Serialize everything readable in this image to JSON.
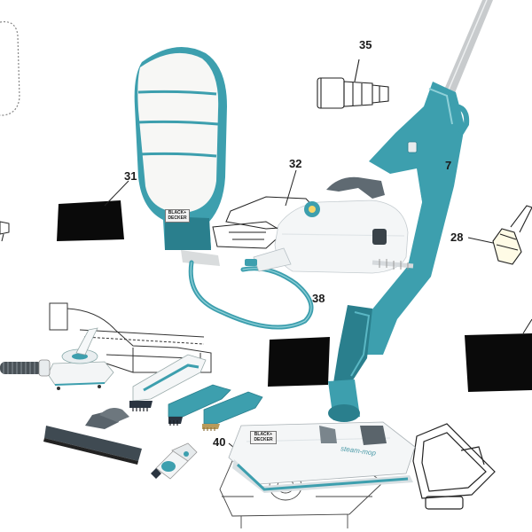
{
  "callouts": {
    "c35": "35",
    "c32": "32",
    "c31": "31",
    "c28": "28",
    "c38": "38",
    "c40": "40",
    "c7": "7"
  },
  "branding": {
    "mitt_label": "BLACK+ DECKER",
    "plate_label": "BLACK+ DECKER",
    "plate_text": "steam-mop"
  },
  "colors": {
    "teal": "#3d9fae",
    "teal_dark": "#2a7f8d",
    "white_body": "#f4f6f7",
    "brush_bristle": "#2a3440",
    "brass_bristle": "#b89a5a",
    "rod": "#c8cbcd"
  }
}
